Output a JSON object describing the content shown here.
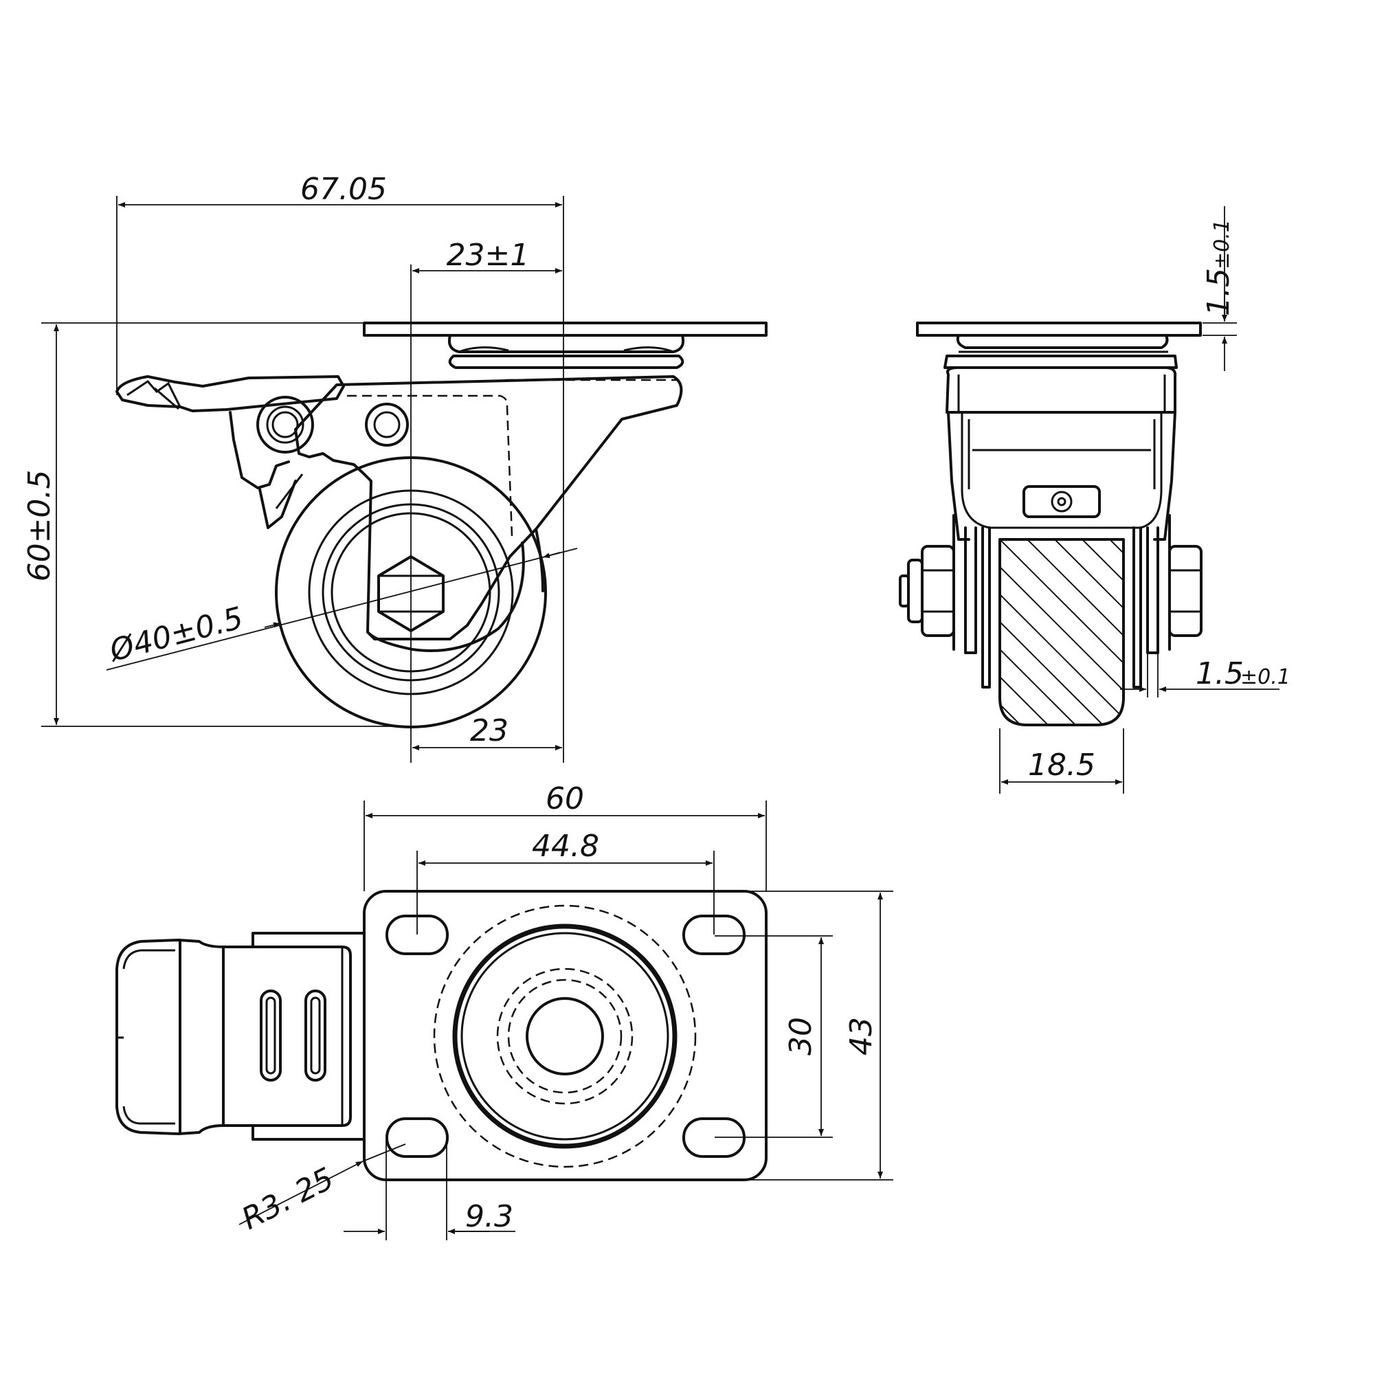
{
  "drawing": {
    "side_view": {
      "overall_length": "67.05",
      "swivel_offset": "23±1",
      "overall_height": "60±0.5",
      "wheel_diameter": "40±0.5",
      "axle_offset": "23"
    },
    "front_view": {
      "plate_thickness_main": "1.5",
      "plate_thickness_tol": "±0.1",
      "fork_thickness_main": "1.5",
      "fork_thickness_tol": "±0.1",
      "wheel_width": "18.5"
    },
    "top_view": {
      "plate_length": "60",
      "hole_spacing_long": "44.8",
      "hole_spacing_short": "30",
      "plate_width": "43",
      "corner_radius": "R3. 25",
      "hole_slot": "9.3"
    }
  }
}
